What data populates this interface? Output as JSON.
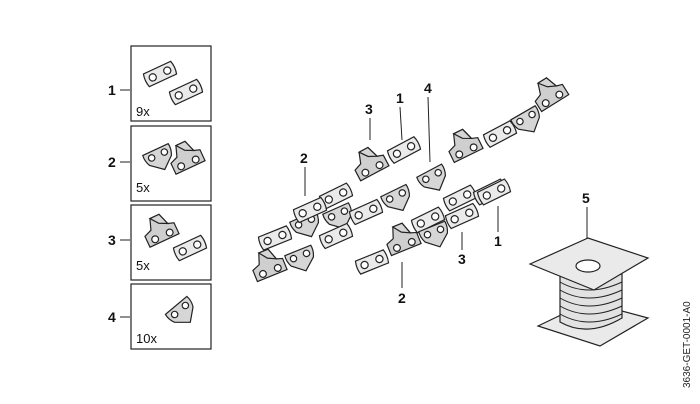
{
  "legend": [
    {
      "index": "1",
      "qty": "9x"
    },
    {
      "index": "2",
      "qty": "5x"
    },
    {
      "index": "3",
      "qty": "5x"
    },
    {
      "index": "4",
      "qty": "10x"
    }
  ],
  "callouts": {
    "c3_top": "3",
    "c1_top": "1",
    "c4_top": "4",
    "c2_left": "2",
    "c3_right": "3",
    "c1_right": "1",
    "c2_bottom": "2",
    "c5_spool": "5"
  },
  "drawing_code": "3636-GET-0001-A0"
}
